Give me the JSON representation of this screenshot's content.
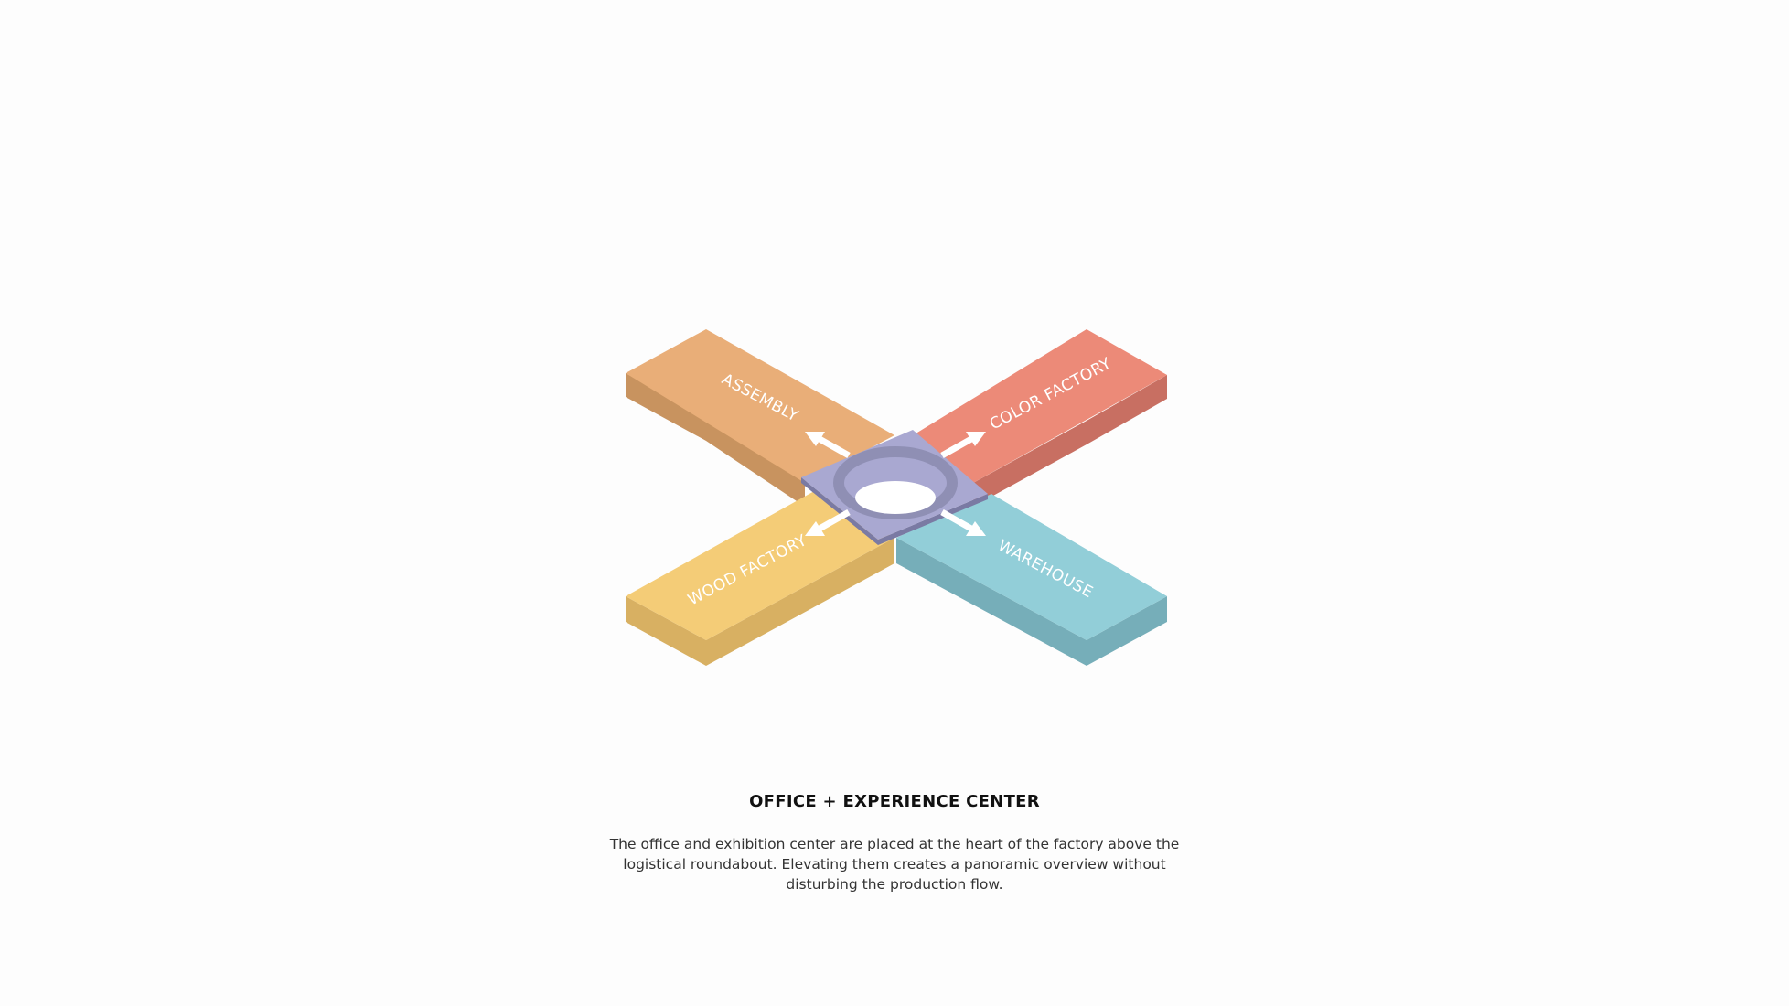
{
  "diagram": {
    "wings": [
      {
        "id": "assembly",
        "label": "ASSEMBLY",
        "top_color": "#e9ae78",
        "side_color": "#c8935f"
      },
      {
        "id": "color-factory",
        "label": "COLOR FACTORY",
        "top_color": "#ec8a78",
        "side_color": "#c86f62"
      },
      {
        "id": "wood-factory",
        "label": "WOOD FACTORY",
        "top_color": "#f4cc77",
        "side_color": "#d8b062"
      },
      {
        "id": "warehouse",
        "label": "WAREHOUSE",
        "top_color": "#92ced8",
        "side_color": "#76aeb9"
      }
    ],
    "hub": {
      "top_color": "#a9a8d1",
      "ring_color": "#8f8fb4",
      "side_color": "#7a7aa3"
    },
    "arrow_color": "#ffffff",
    "arrow_count": 4
  },
  "caption": {
    "title": "OFFICE + EXPERIENCE CENTER",
    "body": "The office and exhibition center are placed at the heart of the factory above the logistical roundabout. Elevating them creates a panoramic overview without disturbing the production flow."
  }
}
